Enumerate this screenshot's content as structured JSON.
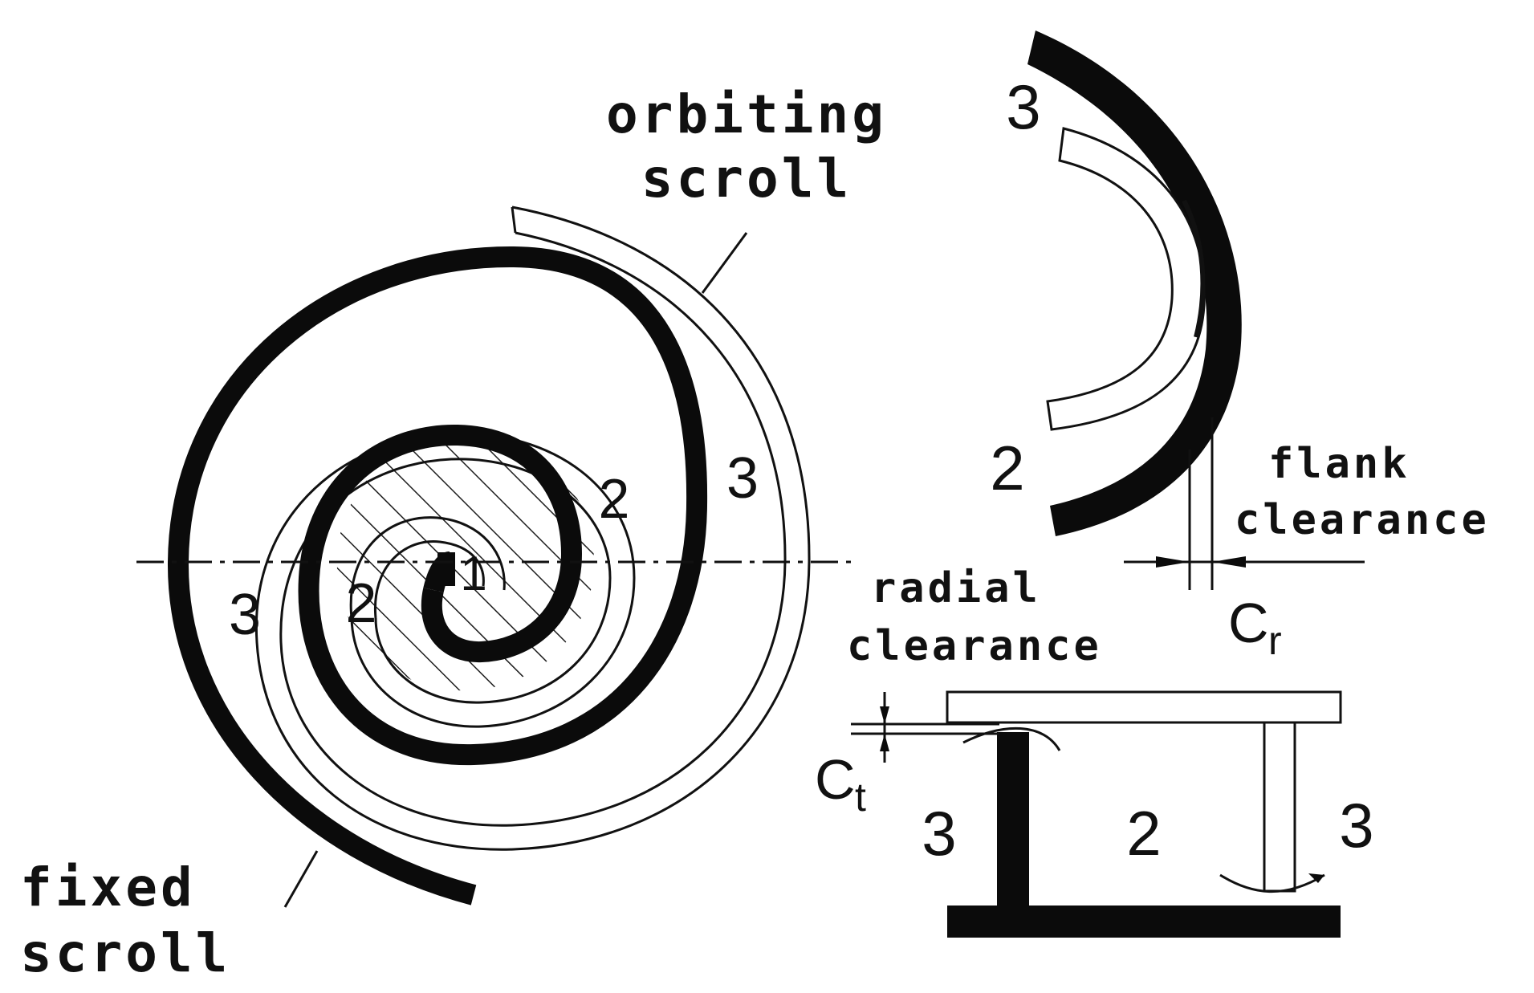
{
  "labels": {
    "orbiting_scroll_line1": "orbiting",
    "orbiting_scroll_line2": "scroll",
    "fixed_scroll_line1": "fixed",
    "fixed_scroll_line2": "scroll",
    "flank_clearance_line1": "flank",
    "flank_clearance_line2": "clearance",
    "radial_clearance_line1": "radial",
    "radial_clearance_line2": "clearance",
    "cr_symbol": "C",
    "cr_subscript": "r",
    "ct_symbol": "C",
    "ct_subscript": "t"
  },
  "chambers": {
    "center": "1",
    "inner_right": "2",
    "inner_left": "2",
    "outer_right": "3",
    "outer_left": "3",
    "flank_top": "3",
    "flank_bottom": "2",
    "radial_left": "3",
    "radial_middle": "2",
    "radial_right": "3"
  },
  "colors": {
    "ink": "#111111",
    "fill_black": "#0b0b0b",
    "background": "#ffffff"
  }
}
